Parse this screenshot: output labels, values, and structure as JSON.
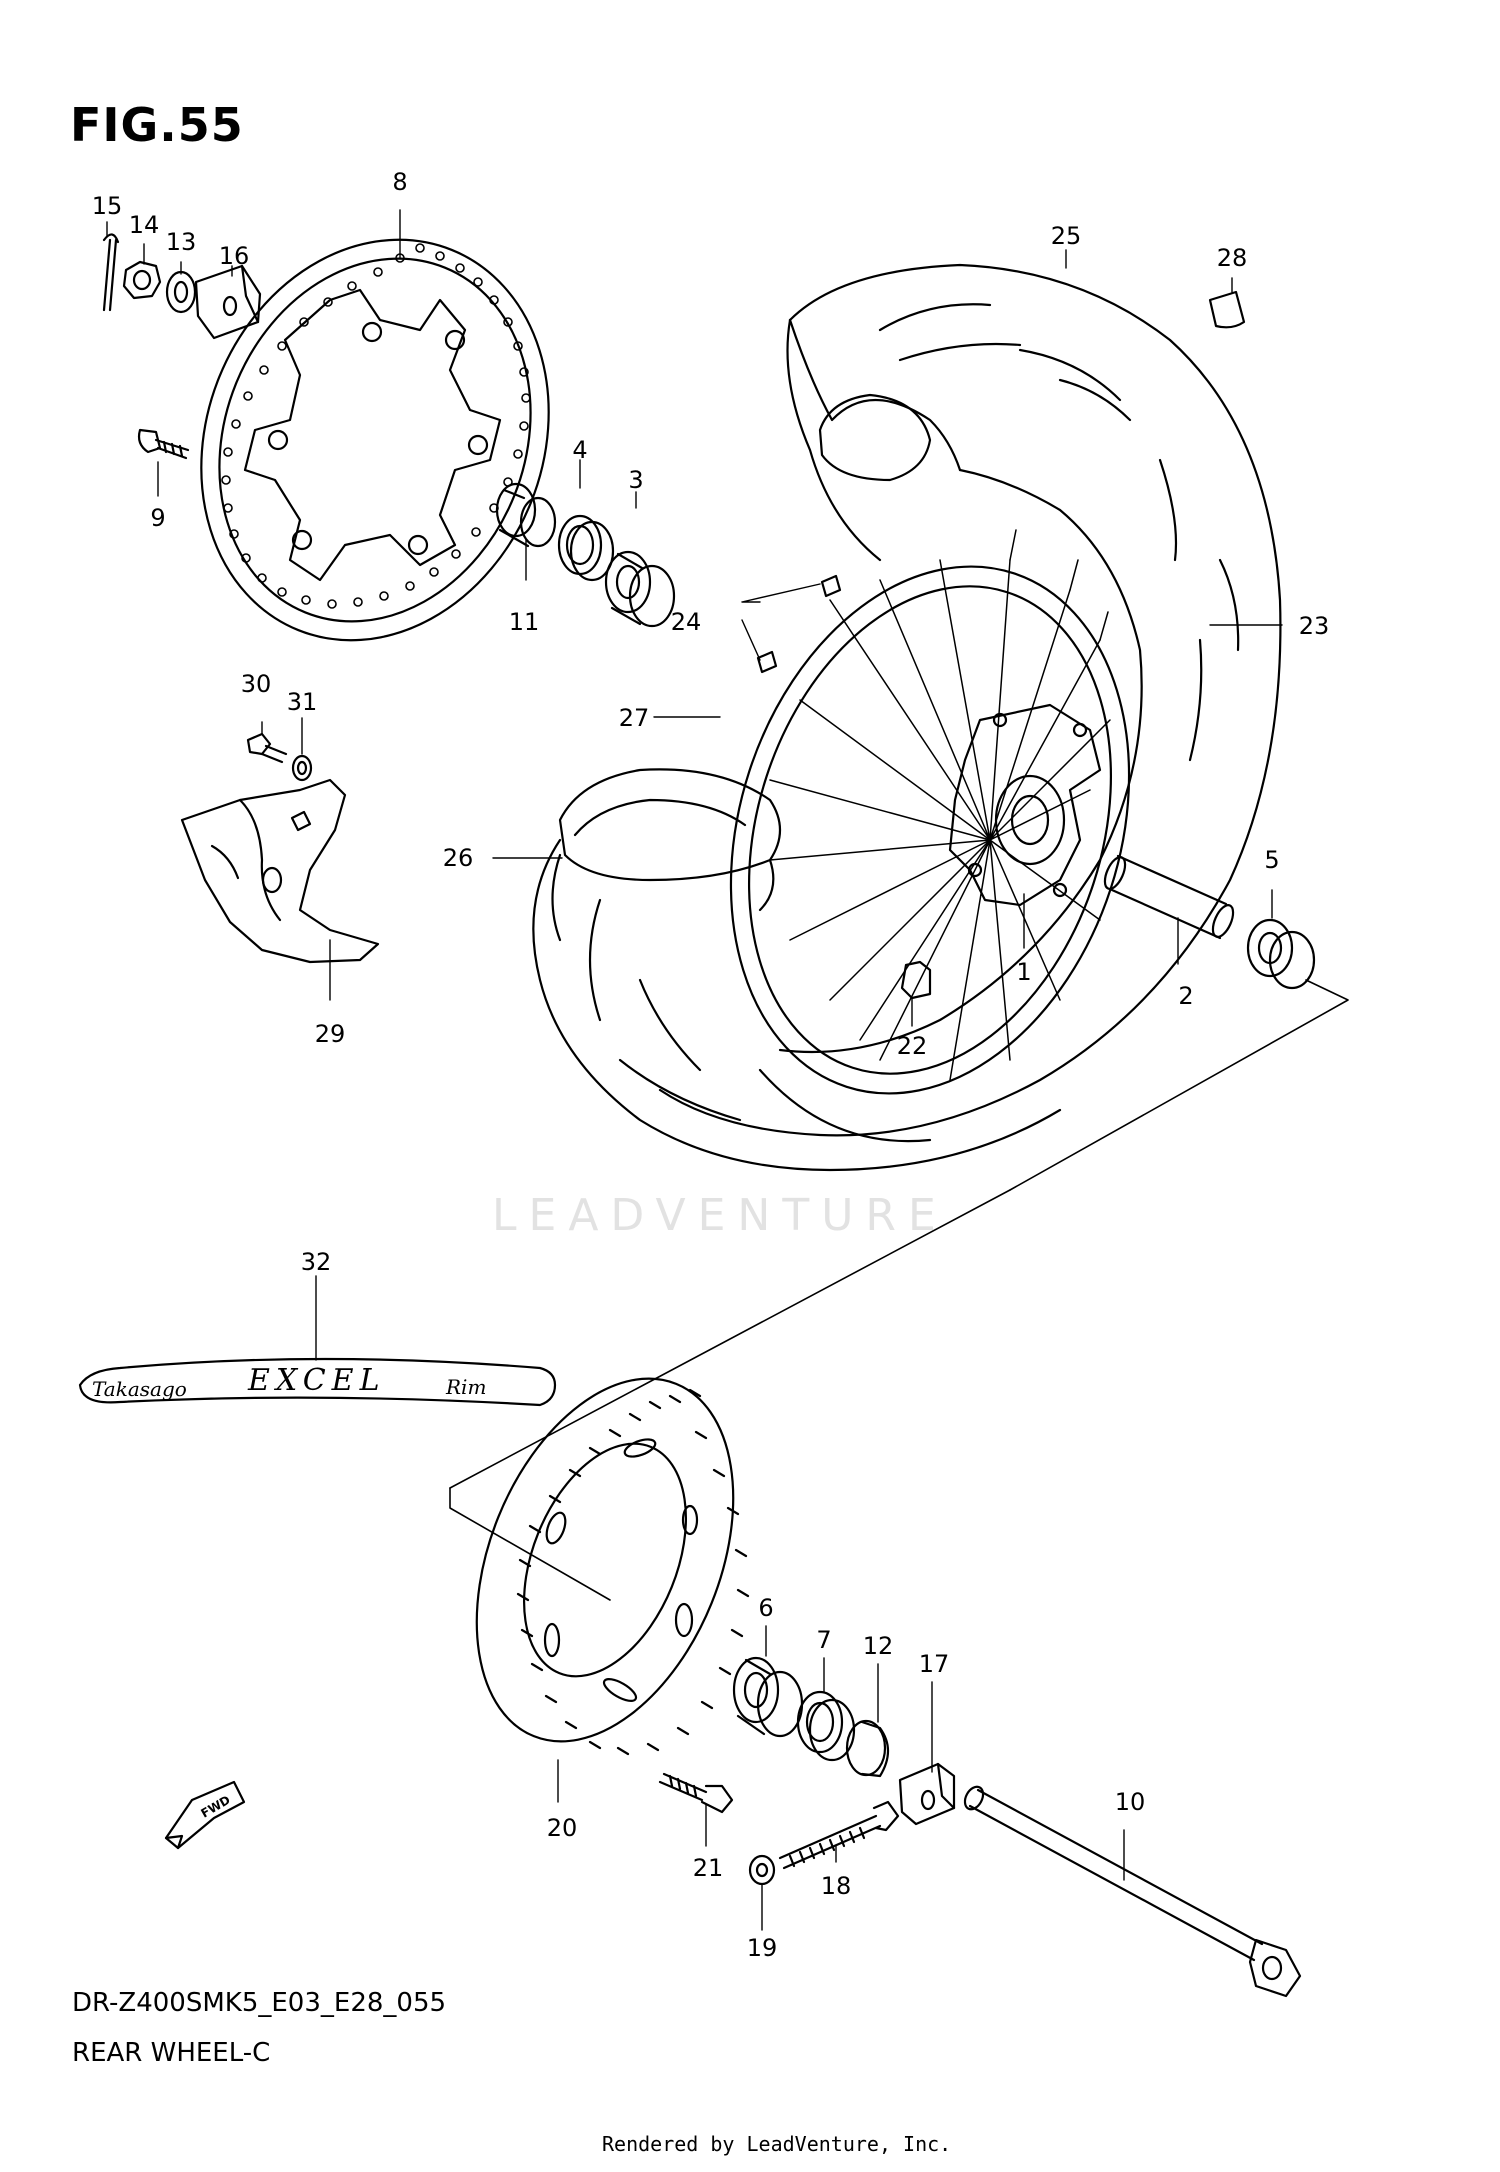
{
  "figure": {
    "title": "FIG.55",
    "model_code": "DR-Z400SMK5_E03_E28_055",
    "caption": "REAR WHEEL-C",
    "rendered_by": "Rendered by LeadVenture, Inc.",
    "watermark": "LEADVENTURE"
  },
  "rim_decal": {
    "brand": "Takasago",
    "name": "EXCEL",
    "suffix": "Rim"
  },
  "fwd_arrow": "FWD",
  "callouts": {
    "c1": "1",
    "c2": "2",
    "c3": "3",
    "c4": "4",
    "c5": "5",
    "c6": "6",
    "c7": "7",
    "c8": "8",
    "c9": "9",
    "c10": "10",
    "c11": "11",
    "c12": "12",
    "c13": "13",
    "c14": "14",
    "c15": "15",
    "c16": "16",
    "c17": "17",
    "c18": "18",
    "c19": "19",
    "c20": "20",
    "c21": "21",
    "c22": "22",
    "c23": "23",
    "c24": "24",
    "c25": "25",
    "c26": "26",
    "c27": "27",
    "c28": "28",
    "c29": "29",
    "c30": "30",
    "c31": "31",
    "c32": "32"
  }
}
